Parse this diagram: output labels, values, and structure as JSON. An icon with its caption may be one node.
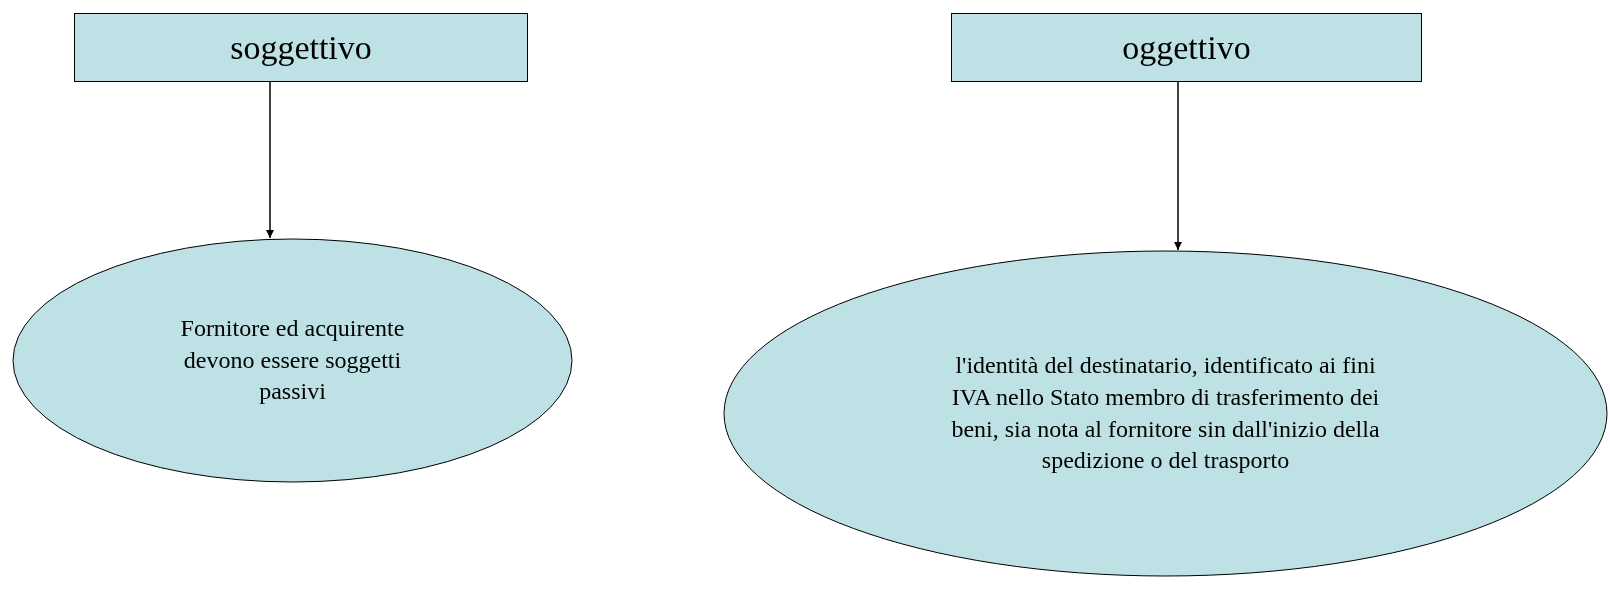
{
  "diagram": {
    "nodes": [
      {
        "text": [
          "soggettivo"
        ]
      },
      {
        "text": [
          "oggettivo"
        ]
      },
      {
        "text": [
          "Fornitore ed acquirente devono essere soggetti passivi"
        ]
      },
      {
        "text": [
          "l'identità del destinatario, identificato ai fini IVA nello Stato membro di trasferimento dei beni, sia nota al fornitore sin dall'inizio della spedizione o del trasporto"
        ]
      }
    ],
    "edges": [
      {
        "from": 0,
        "to": 2,
        "arrow": "to"
      },
      {
        "from": 1,
        "to": 3,
        "arrow": "to"
      }
    ]
  }
}
